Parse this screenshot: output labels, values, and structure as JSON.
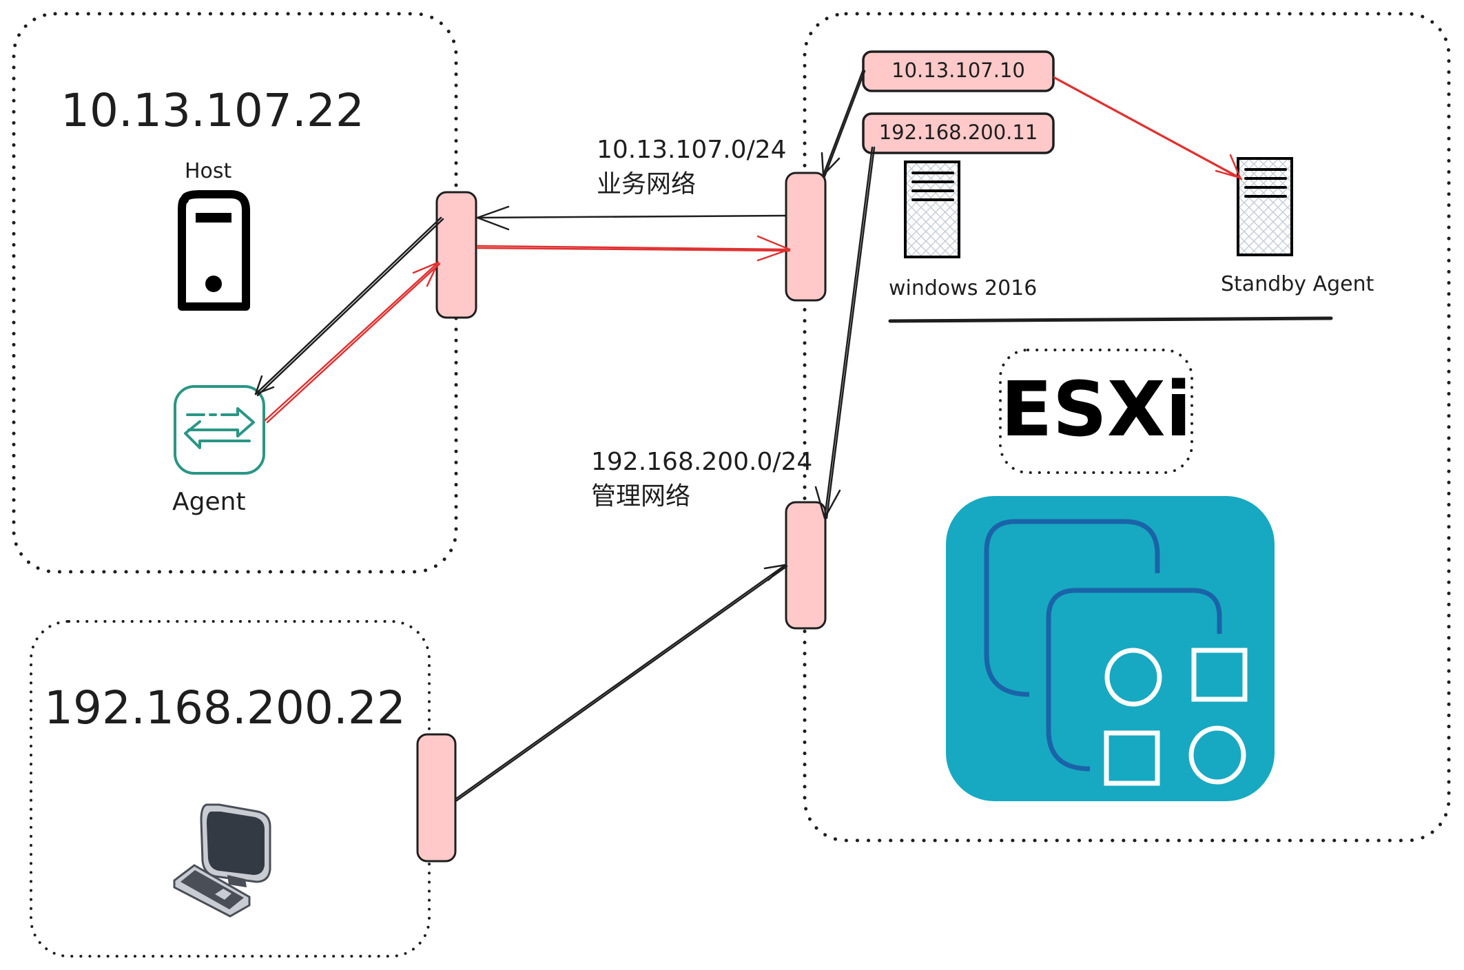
{
  "diagram": {
    "host_zone": {
      "ip": "10.13.107.22",
      "host_label": "Host",
      "agent_label": "Agent",
      "icons": [
        "server-tower-icon",
        "agent-transfer-icon"
      ]
    },
    "admin_zone": {
      "ip": "192.168.200.22",
      "icons": [
        "desktop-computer-icon"
      ]
    },
    "networks": {
      "business": {
        "cidr": "10.13.107.0/24",
        "name": "业务网络"
      },
      "management": {
        "cidr": "192.168.200.0/24",
        "name": "管理网络"
      }
    },
    "esxi_zone": {
      "title": "ESXi",
      "ip_labels": [
        "10.13.107.10",
        "192.168.200.11"
      ],
      "vms": [
        {
          "label": "windows 2016",
          "icon": "vm-server-icon"
        },
        {
          "label": "Standby Agent",
          "icon": "vm-server-icon"
        }
      ],
      "logo_icon": "esxi-logo-icon"
    },
    "colors": {
      "port_fill": "#ffc9c9",
      "stroke": "#1e1e1e",
      "red_flow": "#e03131",
      "agent_teal": "#2a9685",
      "esxi_bg": "#17a9c1",
      "esxi_line": "#1b63a8",
      "hatch": "#c7cdd6"
    }
  }
}
